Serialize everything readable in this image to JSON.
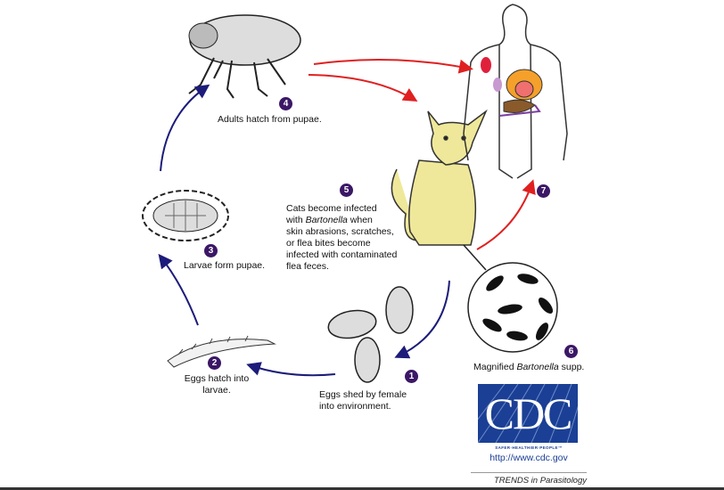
{
  "steps": [
    {
      "num": "1",
      "text_lines": [
        "Eggs shed by female",
        "into environment."
      ]
    },
    {
      "num": "2",
      "text_lines": [
        "Eggs hatch into",
        "larvae."
      ]
    },
    {
      "num": "3",
      "text": "Larvae form pupae."
    },
    {
      "num": "4",
      "text": "Adults hatch from pupae."
    },
    {
      "num": "5",
      "text_pre": "Cats become infected",
      "text_with": "with ",
      "text_italic": "Bartonella",
      "text_after": " when",
      "text_rest": [
        "skin abrasions, scratches,",
        "or flea bites become",
        "infected with contaminated",
        "flea feces."
      ]
    },
    {
      "num": "6",
      "text_pre": "Magnified ",
      "text_italic": "Bartonella",
      "text_after": " supp."
    },
    {
      "num": "7"
    }
  ],
  "logo": {
    "text": "CDC",
    "tagline": "SAFER·HEALTHIER·PEOPLE™",
    "url": "http://www.cdc.gov"
  },
  "credit": "TRENDS in Parasitology",
  "colors": {
    "blue_arrow": "#1c1c7a",
    "red_arrow": "#e02020",
    "badge": "#3b1766",
    "cdc_blue": "#1a3f95",
    "cat": "#efe89a"
  }
}
